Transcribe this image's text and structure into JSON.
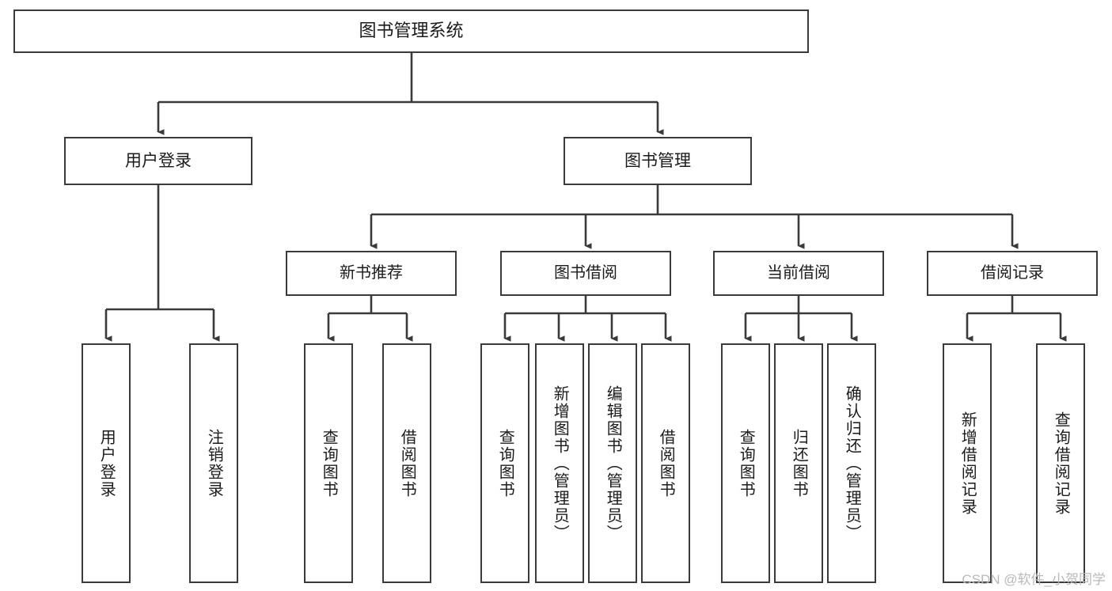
{
  "diagram": {
    "title": "图书管理系统",
    "type": "tree-hierarchy",
    "watermark": "CSDN @软件_小贺同学",
    "colors": {
      "background": "#ffffff",
      "node_border": "#3a3a3a",
      "node_fill": "#ffffff",
      "edge": "#3a3a3a",
      "text": "#1b1b1b",
      "watermark_text": "#b9b9b9"
    },
    "root": {
      "label": "图书管理系统"
    },
    "level1": [
      {
        "label": "用户登录"
      },
      {
        "label": "图书管理"
      }
    ],
    "level2": [
      {
        "label": "新书推荐"
      },
      {
        "label": "图书借阅"
      },
      {
        "label": "当前借阅"
      },
      {
        "label": "借阅记录"
      }
    ],
    "leaves": {
      "user_login": [
        {
          "label": "用户登录"
        },
        {
          "label": "注销登录"
        }
      ],
      "new_book_recommend": [
        {
          "label": "查询图书"
        },
        {
          "label": "借阅图书"
        }
      ],
      "book_borrow": [
        {
          "label": "查询图书"
        },
        {
          "label": "新增图书（管理员）"
        },
        {
          "label": "编辑图书（管理员）"
        },
        {
          "label": "借阅图书"
        }
      ],
      "current_borrow": [
        {
          "label": "查询图书"
        },
        {
          "label": "归还图书"
        },
        {
          "label": "确认归还（管理员）"
        }
      ],
      "borrow_record": [
        {
          "label": "新增借阅记录"
        },
        {
          "label": "查询借阅记录"
        }
      ]
    }
  }
}
